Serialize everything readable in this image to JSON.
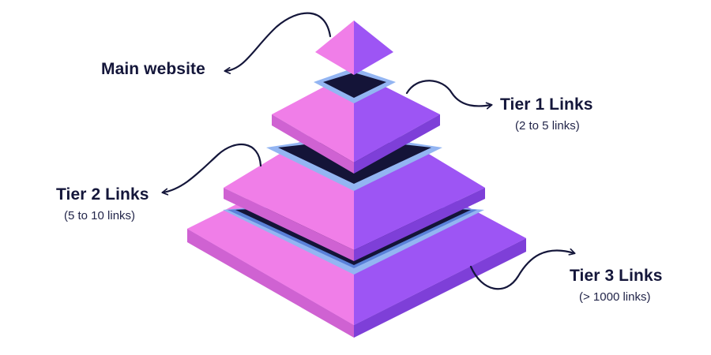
{
  "labels": {
    "main": {
      "title": "Main website"
    },
    "tier1": {
      "title": "Tier 1 Links",
      "sub": "(2 to 5 links)"
    },
    "tier2": {
      "title": "Tier 2 Links",
      "sub": "(5 to 10 links)"
    },
    "tier3": {
      "title": "Tier 3 Links",
      "sub": "(> 1000 links)"
    }
  },
  "colors": {
    "face_left": "#f07ee8",
    "face_right": "#9d55f4",
    "top": "#d489f4",
    "side_left": "#cf62d2",
    "side_right": "#7e3fd8",
    "frame": "#93b5f2",
    "frame_shadow": "#5a80d8",
    "hole": "#141438",
    "ink": "#14163a"
  },
  "icons": [
    "curved-arrow-icon"
  ]
}
